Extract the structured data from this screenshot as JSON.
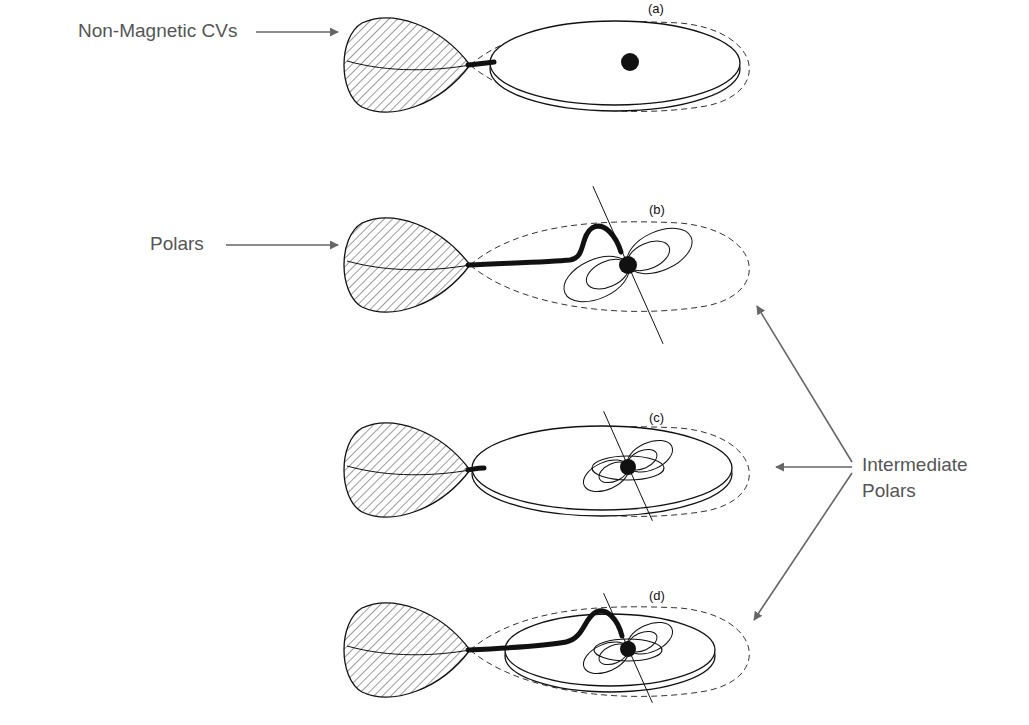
{
  "diagram": {
    "labels": [
      "(a)",
      "Non-Magnetic CVs",
      "(b)",
      "Polars",
      "(c)",
      "Intermediate Polars",
      "(d)"
    ]
  }
}
